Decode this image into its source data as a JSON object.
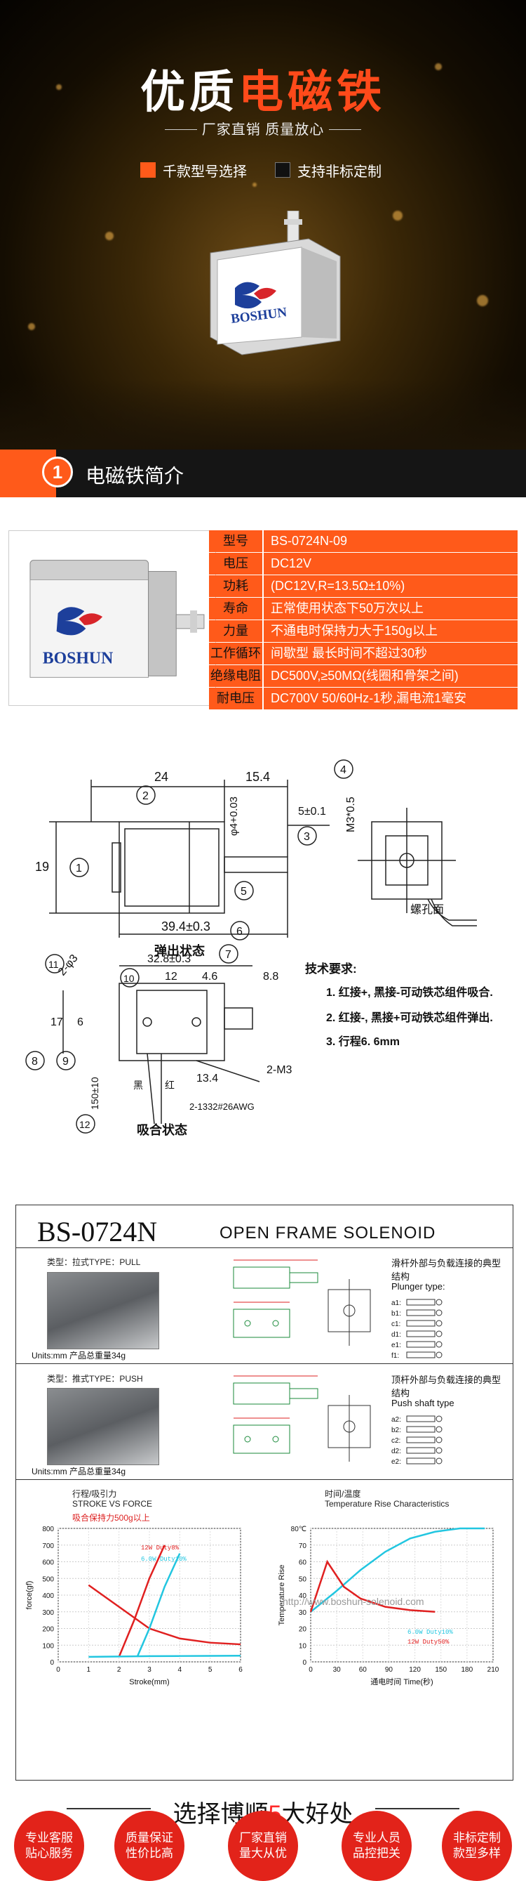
{
  "hero": {
    "title_a": "优质",
    "title_b": "电磁铁",
    "subtitle": "厂家直销 质量放心",
    "feature_1": "千款型号选择",
    "feature_2": "支持非标定制",
    "brand": "BOSHUN",
    "accent": "#ff5a1a"
  },
  "section1": {
    "num": "1",
    "title": "电磁铁简介"
  },
  "spec": {
    "brand": "BOSHUN",
    "rows": [
      {
        "k": "型号",
        "v": "BS-0724N-09"
      },
      {
        "k": "电压",
        "v": "DC12V"
      },
      {
        "k": "功耗",
        "v": "(DC12V,R=13.5Ω±10%)"
      },
      {
        "k": "寿命",
        "v": "正常使用状态下50万次以上"
      },
      {
        "k": "力量",
        "v": "不通电时保持力大于150g以上"
      },
      {
        "k": "工作循环",
        "v": "间歇型 最长时间不超过30秒"
      },
      {
        "k": "绝缘电阻",
        "v": "DC500V,≥50MΩ(线圈和骨架之间)"
      },
      {
        "k": "耐电压",
        "v": "DC700V 50/60Hz-1秒,漏电流1毫安"
      }
    ]
  },
  "drawing": {
    "d24": "24",
    "d154": "15.4",
    "d4": "φ4+0.03",
    "d5": "5±0.1",
    "dM3": "M3*0.5",
    "d19": "19",
    "d394": "39.4±0.3",
    "d328": "32.8±0.3",
    "d12": "12",
    "d46": "4.6",
    "d88": "8.8",
    "d23": "2-φ3",
    "d17": "17",
    "d6": "6",
    "d134": "13.4",
    "d2M3": "2-M3",
    "d150": "150±10",
    "wire": "2-1332#26AWG",
    "label_open": "弹出状态",
    "label_close": "吸合状态",
    "label_face": "螺孔面",
    "hei": "黑",
    "hong": "红",
    "circled": [
      "1",
      "2",
      "3",
      "4",
      "5",
      "6",
      "7",
      "8",
      "9",
      "10",
      "11",
      "12"
    ],
    "req_title": "技术要求:",
    "req_1": "1. 红接+, 黑接-可动铁芯组件吸合.",
    "req_2": "2. 红接-, 黑接+可动铁芯组件弹出.",
    "req_3": "3. 行程6. 6mm"
  },
  "datasheet": {
    "model": "BS-0724N",
    "title": "OPEN FRAME SOLENOID",
    "pull_type": "类型：拉式TYPE：PULL",
    "push_type": "类型：推式TYPE：PUSH",
    "units_1": "Units:mm  产品总重量34g",
    "units_2": "Units:mm  产品总重量34g",
    "plunger_cn": "滑杆外部与负载连接的典型结构",
    "plunger_en": "Plunger type:",
    "push_cn": "顶杆外部与负载连接的典型结构",
    "push_en": "Push shaft type",
    "plunger_items": [
      "a1:",
      "b1:",
      "c1:",
      "d1:",
      "e1:",
      "f1:"
    ],
    "push_items": [
      "a2:",
      "b2:",
      "c2:",
      "d2:",
      "e2:"
    ],
    "force_title_cn": "行程/吸引力",
    "force_title_en": "STROKE VS FORCE",
    "force_note": "吸合保持力500g以上",
    "temp_title_cn": "时间/温度",
    "temp_title_en": "Temperature Rise Characteristics",
    "legend_red": "12W Duty8%",
    "legend_cyan": "6.0W Duty10%",
    "temp_leg_cyan": "6.0W Duty10%",
    "temp_leg_red": "12W Duty50%",
    "watermark": "http://www.boshun-solenoid.com"
  },
  "chart_data": [
    {
      "type": "line",
      "title": "STROKE VS FORCE",
      "xlabel": "Stroke(mm)",
      "ylabel": "force(gf)",
      "x_ticks": [
        "0",
        "1",
        "2",
        "3",
        "4",
        "5",
        "6"
      ],
      "y_ticks": [
        "0",
        "100",
        "200",
        "300",
        "400",
        "500",
        "600",
        "700",
        "800"
      ],
      "xlim": [
        0,
        6
      ],
      "ylim": [
        0,
        800
      ],
      "series": [
        {
          "name": "12W Duty8%",
          "color": "#e02020",
          "x": [
            1,
            2,
            3,
            4,
            5,
            6
          ],
          "y": [
            460,
            330,
            200,
            140,
            115,
            105
          ]
        },
        {
          "name": "12W Duty8%",
          "color": "#e02020",
          "x": [
            2,
            2.5,
            3,
            3.5
          ],
          "y": [
            30,
            250,
            500,
            700
          ]
        },
        {
          "name": "6.0W Duty10%",
          "color": "#22c6e0",
          "x": [
            1,
            2,
            3,
            4,
            5,
            6
          ],
          "y": [
            30,
            32,
            34,
            35,
            36,
            37
          ]
        },
        {
          "name": "6.0W Duty10%",
          "color": "#22c6e0",
          "x": [
            2.6,
            3,
            3.5,
            4
          ],
          "y": [
            30,
            200,
            450,
            650
          ]
        }
      ]
    },
    {
      "type": "line",
      "title": "Temperature Rise Characteristics",
      "xlabel": "通电时间 Time(秒)",
      "ylabel": "Temperature Rise",
      "x_ticks": [
        "0",
        "30",
        "60",
        "90",
        "120",
        "150",
        "180",
        "210"
      ],
      "y_ticks": [
        "0",
        "10",
        "20",
        "30",
        "40",
        "50",
        "60",
        "70",
        "80℃"
      ],
      "xlim": [
        0,
        220
      ],
      "ylim": [
        0,
        80
      ],
      "series": [
        {
          "name": "6.0W Duty10%",
          "color": "#22c6e0",
          "x": [
            0,
            30,
            60,
            90,
            120,
            150,
            180,
            210
          ],
          "y": [
            30,
            42,
            55,
            66,
            74,
            78,
            80,
            80
          ]
        },
        {
          "name": "12W Duty50%",
          "color": "#e02020",
          "x": [
            0,
            20,
            40,
            60,
            90,
            120,
            150
          ],
          "y": [
            30,
            60,
            45,
            38,
            33,
            31,
            30
          ]
        }
      ]
    }
  ],
  "bottom": {
    "title_a": "选择博顺",
    "title_b": "5",
    "title_c": "大好处",
    "items": [
      {
        "l1": "专业客服",
        "l2": "贴心服务"
      },
      {
        "l1": "质量保证",
        "l2": "性价比高"
      },
      {
        "l1": "厂家直销",
        "l2": "量大从优"
      },
      {
        "l1": "专业人员",
        "l2": "品控把关"
      },
      {
        "l1": "非标定制",
        "l2": "款型多样"
      }
    ]
  }
}
